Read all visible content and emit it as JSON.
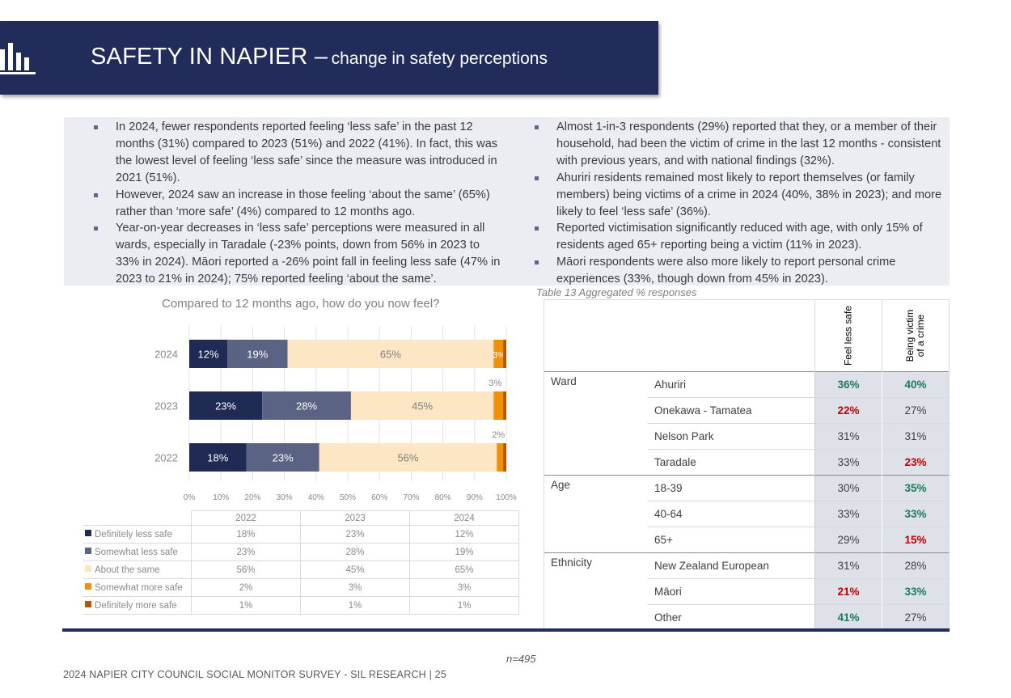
{
  "header": {
    "title_main": "SAFETY IN NAPIER –",
    "title_sub": "change in safety perceptions"
  },
  "summary": {
    "left": [
      "In 2024, fewer respondents reported feeling ‘less safe’ in the past 12 months (31%) compared to 2023 (51%) and 2022 (41%). In fact, this was the lowest level of feeling ‘less safe’ since the measure was introduced in 2021 (51%).",
      "However, 2024 saw an increase in those feeling ‘about the same’ (65%) rather than ‘more safe’ (4%) compared to 12 months ago.",
      "Year-on-year decreases in ‘less safe’ perceptions were measured in all wards, especially in Taradale (-23% points, down from 56% in 2023 to 33% in 2024). Māori reported a -26% point fall in feeling less safe (47% in 2023 to 21% in 2024); 75% reported feeling ‘about the same’."
    ],
    "right": [
      "Almost 1-in-3 respondents (29%) reported that they, or a member of their household, had been the victim of crime in the last 12 months - consistent with previous years, and with national findings (32%).",
      "Ahuriri residents remained most likely to report themselves (or family members) being victims of a crime in 2024 (40%, 38% in 2023); and more likely to feel ‘less safe’ (36%).",
      "Reported victimisation significantly reduced with age, with only 15% of residents aged 65+ reporting being a victim (11% in 2023).",
      "Māori respondents were also more likely to report personal crime experiences (33%, though down from 45% in 2023)."
    ]
  },
  "chart_data": {
    "type": "bar",
    "orientation": "horizontal",
    "stacked": true,
    "title": "Compared to 12 months ago, how do you now feel?",
    "categories": [
      "2024",
      "2023",
      "2022"
    ],
    "series": [
      {
        "name": "Definitely less safe",
        "color": "#1f2a55",
        "values": [
          12,
          23,
          18
        ]
      },
      {
        "name": "Somewhat less safe",
        "color": "#5b6384",
        "values": [
          19,
          28,
          23
        ]
      },
      {
        "name": "About the same",
        "color": "#fde6c4",
        "values": [
          65,
          45,
          56
        ]
      },
      {
        "name": "Somewhat more safe",
        "color": "#f0900a",
        "values": [
          3,
          3,
          2
        ]
      },
      {
        "name": "Definitely more safe",
        "color": "#b05a00",
        "values": [
          1,
          1,
          1
        ]
      }
    ],
    "data_labels": [
      [
        "12%",
        "19%",
        "65%",
        "3%",
        ""
      ],
      [
        "23%",
        "28%",
        "45%",
        "3%",
        ""
      ],
      [
        "18%",
        "23%",
        "56%",
        "2%",
        ""
      ]
    ],
    "xlim": [
      0,
      100
    ],
    "xticks": [
      "0%",
      "10%",
      "20%",
      "30%",
      "40%",
      "50%",
      "60%",
      "70%",
      "80%",
      "90%",
      "100%"
    ],
    "grid": "vertical"
  },
  "data_table": {
    "years": [
      "2022",
      "2023",
      "2024"
    ],
    "rows": [
      {
        "label": "Definitely less safe",
        "color": "#1f2a55",
        "values": [
          "18%",
          "23%",
          "12%"
        ]
      },
      {
        "label": "Somewhat less safe",
        "color": "#5b6384",
        "values": [
          "23%",
          "28%",
          "19%"
        ]
      },
      {
        "label": "About the same",
        "color": "#fde6c4",
        "values": [
          "56%",
          "45%",
          "65%"
        ]
      },
      {
        "label": "Somewhat more safe",
        "color": "#f0900a",
        "values": [
          "2%",
          "3%",
          "3%"
        ]
      },
      {
        "label": "Definitely more safe",
        "color": "#b05a00",
        "values": [
          "1%",
          "1%",
          "1%"
        ]
      }
    ]
  },
  "table13": {
    "caption": "Table 13 Aggregated % responses",
    "col_feel": "Feel less safe",
    "col_victim_l1": "Being victim",
    "col_victim_l2": "of a crime",
    "groups": [
      {
        "group": "Ward",
        "rows": [
          {
            "label": "Ahuriri",
            "feel": "36%",
            "feel_style": "green",
            "victim": "40%",
            "victim_style": "green"
          },
          {
            "label": "Onekawa - Tamatea",
            "feel": "22%",
            "feel_style": "red",
            "victim": "27%",
            "victim_style": ""
          },
          {
            "label": "Nelson Park",
            "feel": "31%",
            "feel_style": "",
            "victim": "31%",
            "victim_style": ""
          },
          {
            "label": "Taradale",
            "feel": "33%",
            "feel_style": "",
            "victim": "23%",
            "victim_style": "red"
          }
        ]
      },
      {
        "group": "Age",
        "rows": [
          {
            "label": "18-39",
            "feel": "30%",
            "feel_style": "",
            "victim": "35%",
            "victim_style": "green"
          },
          {
            "label": "40-64",
            "feel": "33%",
            "feel_style": "",
            "victim": "33%",
            "victim_style": "green"
          },
          {
            "label": "65+",
            "feel": "29%",
            "feel_style": "",
            "victim": "15%",
            "victim_style": "red"
          }
        ]
      },
      {
        "group": "Ethnicity",
        "rows": [
          {
            "label": "New Zealand European",
            "feel": "31%",
            "feel_style": "",
            "victim": "28%",
            "victim_style": ""
          },
          {
            "label": "Māori",
            "feel": "21%",
            "feel_style": "red",
            "victim": "33%",
            "victim_style": "green"
          },
          {
            "label": "Other",
            "feel": "41%",
            "feel_style": "green",
            "victim": "27%",
            "victim_style": ""
          }
        ]
      }
    ]
  },
  "note": "n=495",
  "footer": "2024 NAPIER CITY COUNCIL SOCIAL MONITOR SURVEY - SIL RESEARCH | 25"
}
